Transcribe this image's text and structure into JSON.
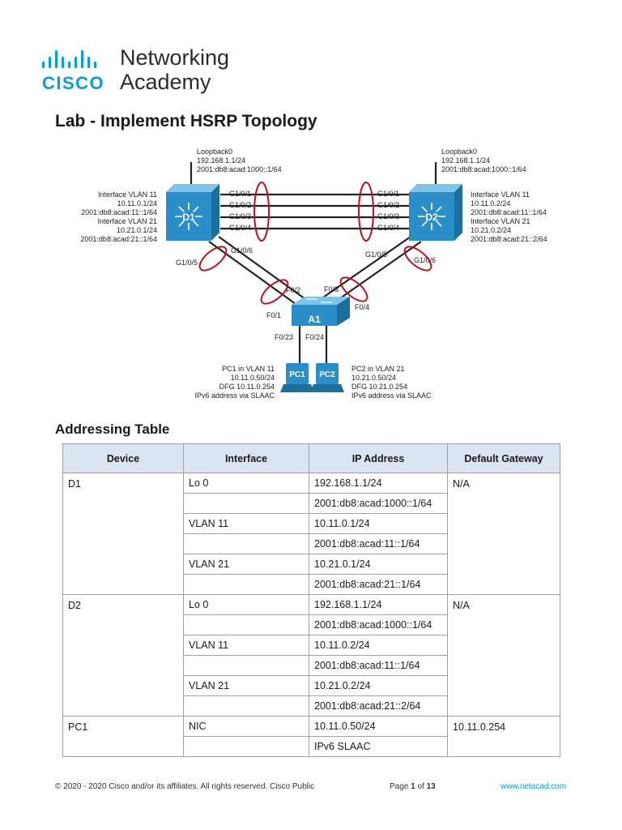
{
  "logo": {
    "brand": "cisco",
    "line1": "Networking",
    "line2": "Academy"
  },
  "title": "Lab - Implement HSRP Topology",
  "topology": {
    "d1": {
      "name": "D1",
      "loopback": [
        "Loopback0",
        "192.168.1.1/24",
        "2001:db8:acad:1000::1/64"
      ],
      "interfaces": [
        "Interface VLAN 11",
        "10.11.0.1/24",
        "2001:db8:acad:11::1/64",
        "Interface VLAN 21",
        "10.21.0.1/24",
        "2001:db8:acad:21::1/64"
      ]
    },
    "d2": {
      "name": "D2",
      "loopback": [
        "Loopback0",
        "192.168.1.1/24",
        "2001:db8:acad:1000::1/64"
      ],
      "interfaces": [
        "Interface VLAN 11",
        "10.11.0.2/24",
        "2001:db8:acad:11::1/64",
        "Interface VLAN 21",
        "10.21.0.2/24",
        "2001:db8:acad:21::2/64"
      ]
    },
    "a1": {
      "name": "A1"
    },
    "pc1": {
      "name": "PC1",
      "info": [
        "PC1 in VLAN 11",
        "10.11.0.50/24",
        "DFG 10.11.0.254",
        "IPv6 address via SLAAC"
      ]
    },
    "pc2": {
      "name": "PC2",
      "info": [
        "PC2 in VLAN 21",
        "10.21.0.50/24",
        "DFG 10.21.0.254",
        "IPv6 address via SLAAC"
      ]
    },
    "ports": {
      "trunk": [
        "G1/0/1",
        "G1/0/2",
        "G1/0/3",
        "G1/0/4"
      ],
      "d1_down": [
        "G1/0/5",
        "G1/0/6"
      ],
      "d2_down": [
        "G1/0/5",
        "G1/0/6"
      ],
      "a1_up": [
        "F0/2",
        "F0/1",
        "F0/3",
        "F0/4"
      ],
      "a1_down": [
        "F0/23",
        "F0/24"
      ]
    }
  },
  "addressing": {
    "heading": "Addressing Table",
    "columns": [
      "Device",
      "Interface",
      "IP Address",
      "Default Gateway"
    ],
    "rows": [
      {
        "device": "D1",
        "gateway": "N/A",
        "entries": [
          [
            "Lo 0",
            "192.168.1.1/24"
          ],
          [
            "",
            "2001:db8:acad:1000::1/64"
          ],
          [
            "VLAN 11",
            "10.11.0.1/24"
          ],
          [
            "",
            "2001:db8:acad:11::1/64"
          ],
          [
            "VLAN 21",
            "10.21.0.1/24"
          ],
          [
            "",
            "2001:db8:acad:21::1/64"
          ]
        ]
      },
      {
        "device": "D2",
        "gateway": "N/A",
        "entries": [
          [
            "Lo 0",
            "192.168.1.1/24"
          ],
          [
            "",
            "2001:db8:acad:1000::1/64"
          ],
          [
            "VLAN 11",
            "10.11.0.2/24"
          ],
          [
            "",
            "2001:db8:acad:11::1/64"
          ],
          [
            "VLAN 21",
            "10.21.0.2/24"
          ],
          [
            "",
            "2001:db8:acad:21::2/64"
          ]
        ]
      },
      {
        "device": "PC1",
        "gateway": "10.11.0.254",
        "entries": [
          [
            "NIC",
            "10.11.0.50/24"
          ],
          [
            "",
            "IPv6 SLAAC"
          ]
        ]
      }
    ]
  },
  "footer": {
    "copyright": "© 2020 - 2020 Cisco and/or its affiliates. All rights reserved. Cisco Public",
    "page_prefix": "Page ",
    "page_num": "1",
    "page_of": " of ",
    "page_total": "13",
    "url": "www.netacad.com"
  },
  "colors": {
    "brand": "#049fd9",
    "switch": "#2a8ec8",
    "header_bg": "#dbe5f1",
    "ellipse": "#c0101a"
  }
}
